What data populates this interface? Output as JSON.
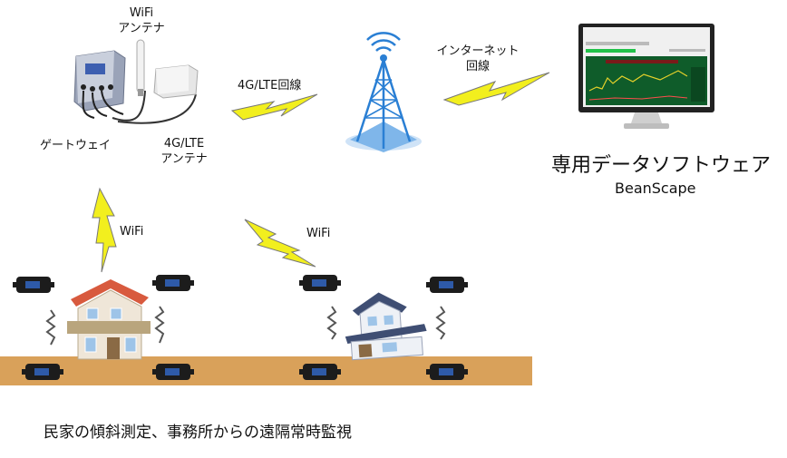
{
  "labels": {
    "wifi_antenna": [
      "WiFi",
      "アンテナ"
    ],
    "gateway": "ゲートウェイ",
    "lte_antenna": [
      "4G/LTE",
      "アンテナ"
    ],
    "lte_line": "4G/LTE回線",
    "internet_line": [
      "インターネット",
      "回線"
    ],
    "software_title": "専用データソフトウェア",
    "software_name": "BeanScape",
    "wifi_left": "WiFi",
    "wifi_right": "WiFi",
    "caption": "民家の傾斜測定、事務所からの遠隔常時監視"
  },
  "colors": {
    "lightning": "#f2ef1e",
    "ground": "#d9a15a",
    "tower": "#2a7fd4",
    "monitor_frame": "#222222",
    "screen_bg": "#0f5c2a",
    "roof_left": "#d85a3e",
    "roof_right": "#3f4e73",
    "sensor": "#1c1c1c"
  },
  "icons": [
    "gateway-box",
    "wifi-antenna",
    "lte-antenna",
    "cell-tower",
    "monitor",
    "lightning-bolt",
    "house",
    "tilt-sensor",
    "vibration-lines"
  ]
}
